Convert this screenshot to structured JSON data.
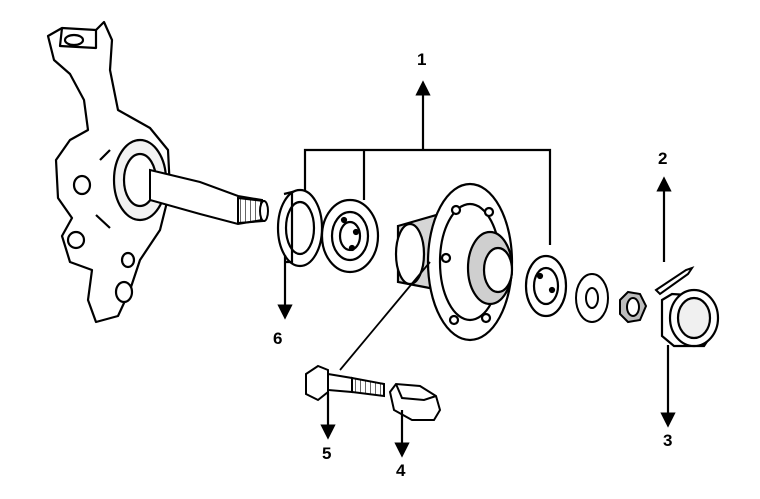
{
  "diagram": {
    "callouts": [
      {
        "id": "1",
        "label": "1"
      },
      {
        "id": "2",
        "label": "2"
      },
      {
        "id": "3",
        "label": "3"
      },
      {
        "id": "4",
        "label": "4"
      },
      {
        "id": "5",
        "label": "5"
      },
      {
        "id": "6",
        "label": "6"
      }
    ],
    "colors": {
      "ink": "#000000",
      "paper": "#ffffff",
      "shade": "#cfcfcf"
    }
  }
}
